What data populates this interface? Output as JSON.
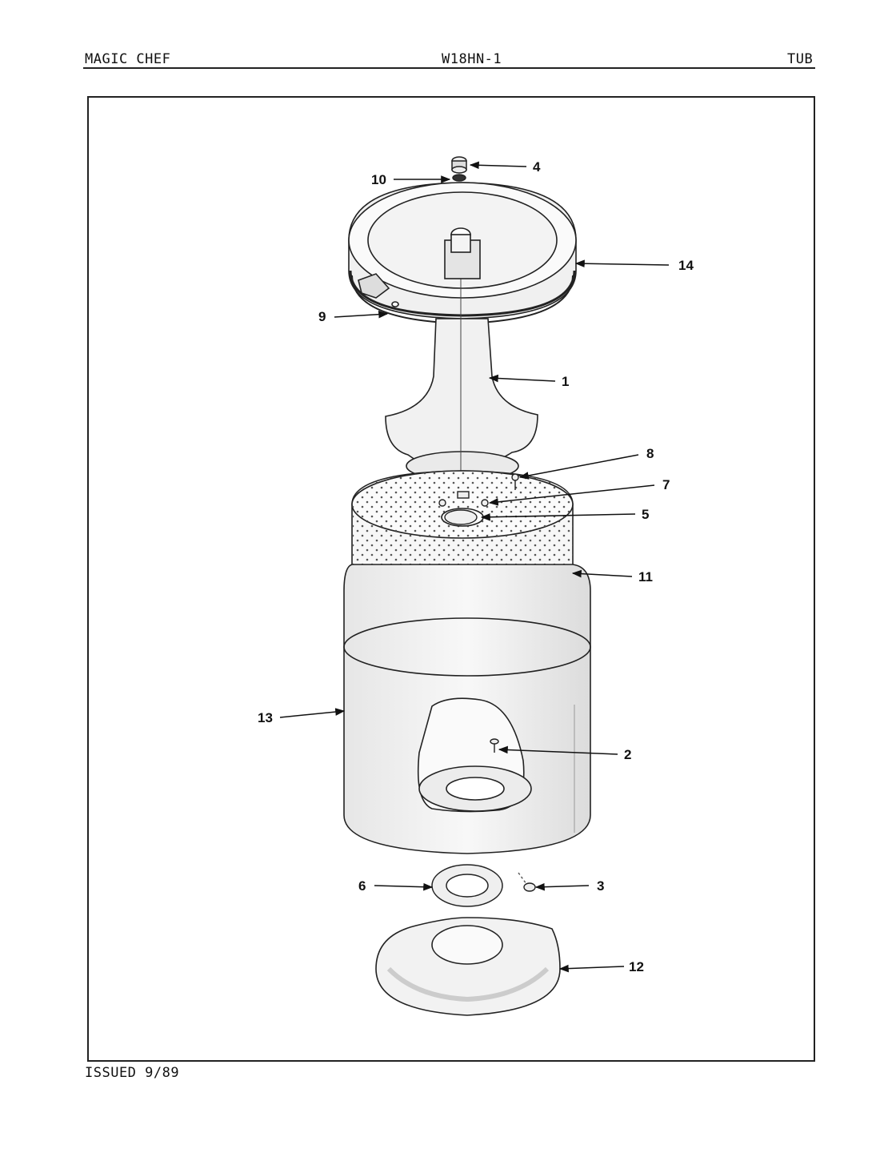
{
  "header": {
    "brand": "MAGIC CHEF",
    "model": "W18HN-1",
    "section": "TUB"
  },
  "footer": {
    "issued": "ISSUED 9/89"
  },
  "callouts": [
    "1",
    "2",
    "3",
    "4",
    "5",
    "6",
    "7",
    "8",
    "9",
    "10",
    "11",
    "12",
    "13",
    "14"
  ]
}
